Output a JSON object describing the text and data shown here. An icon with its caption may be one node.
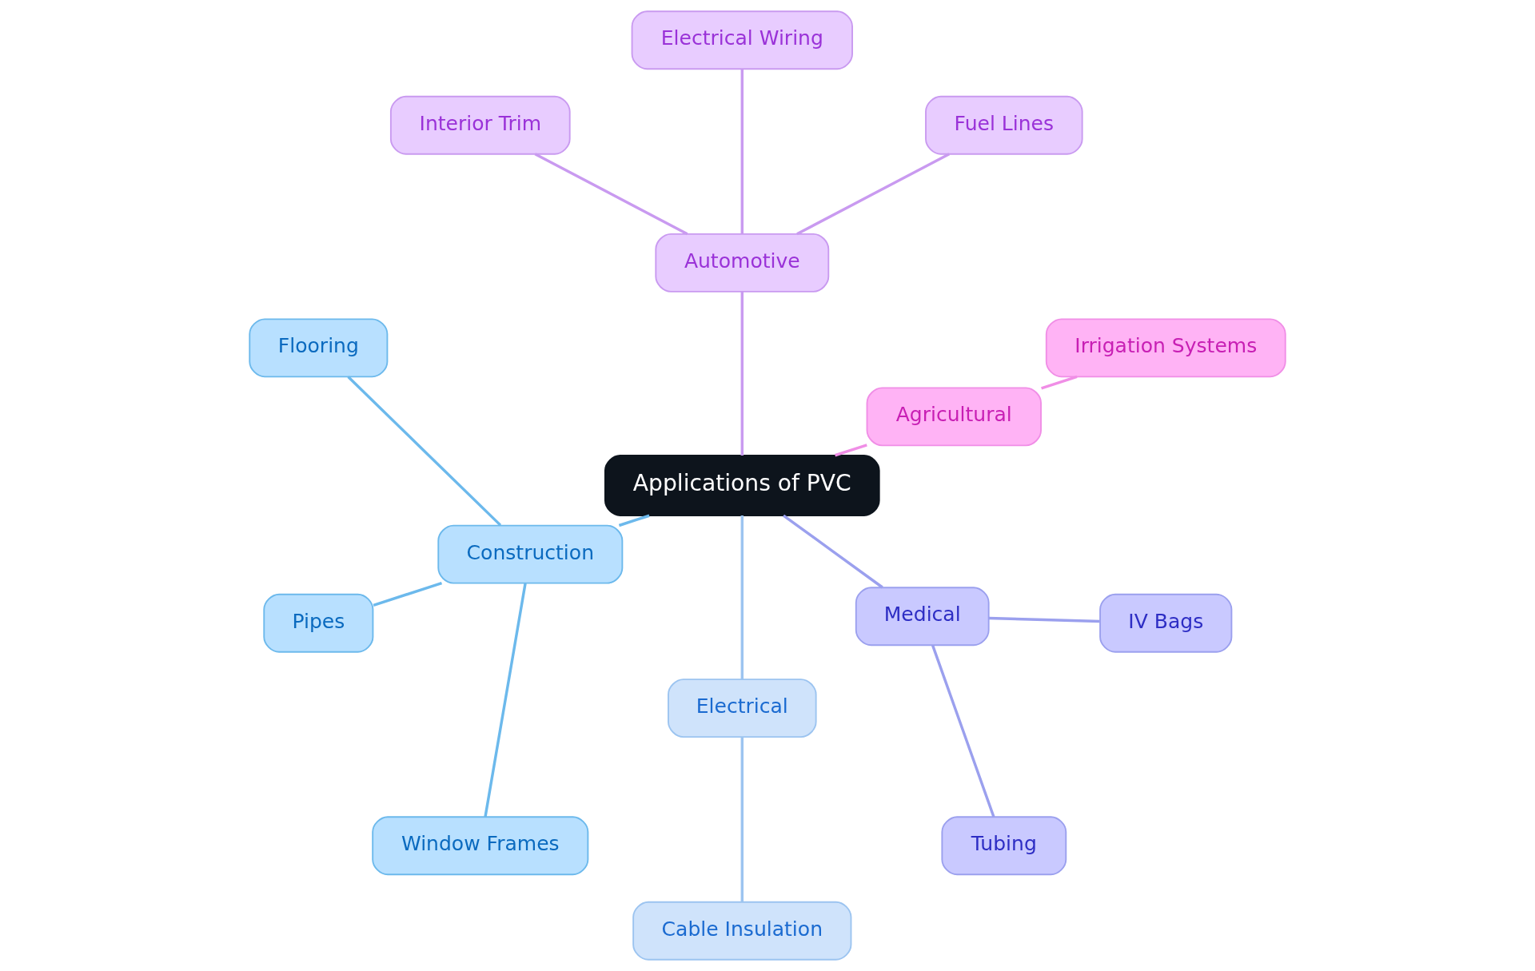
{
  "diagram": {
    "nodes": [
      {
        "text": [
          "Applications of PVC"
        ]
      },
      {
        "text": [
          "Agricultural"
        ]
      },
      {
        "text": [
          "Irrigation Systems"
        ]
      },
      {
        "text": [
          "Automotive"
        ]
      },
      {
        "text": [
          "Fuel Lines"
        ]
      },
      {
        "text": [
          "Electrical Wiring"
        ]
      },
      {
        "text": [
          "Interior Trim"
        ]
      },
      {
        "text": [
          "Construction"
        ]
      },
      {
        "text": [
          "Flooring"
        ]
      },
      {
        "text": [
          "Pipes"
        ]
      },
      {
        "text": [
          "Window Frames"
        ]
      },
      {
        "text": [
          "Electrical"
        ]
      },
      {
        "text": [
          "Cable Insulation"
        ]
      },
      {
        "text": [
          "Medical"
        ]
      },
      {
        "text": [
          "Tubing"
        ]
      },
      {
        "text": [
          "IV Bags"
        ]
      }
    ],
    "edges": [
      {
        "from": 0,
        "to": 1,
        "arrow": "none",
        "color": "#f08ee6"
      },
      {
        "from": 1,
        "to": 2,
        "arrow": "none",
        "color": "#f08ee6"
      },
      {
        "from": 0,
        "to": 3,
        "arrow": "none",
        "color": "#c99af0"
      },
      {
        "from": 3,
        "to": 4,
        "arrow": "none",
        "color": "#c99af0"
      },
      {
        "from": 3,
        "to": 5,
        "arrow": "none",
        "color": "#c99af0"
      },
      {
        "from": 3,
        "to": 6,
        "arrow": "none",
        "color": "#c99af0"
      },
      {
        "from": 0,
        "to": 7,
        "arrow": "none",
        "color": "#6cb9ec"
      },
      {
        "from": 7,
        "to": 8,
        "arrow": "none",
        "color": "#6cb9ec"
      },
      {
        "from": 7,
        "to": 9,
        "arrow": "none",
        "color": "#6cb9ec"
      },
      {
        "from": 7,
        "to": 10,
        "arrow": "none",
        "color": "#6cb9ec"
      },
      {
        "from": 0,
        "to": 11,
        "arrow": "none",
        "color": "#9cc4f0"
      },
      {
        "from": 11,
        "to": 12,
        "arrow": "none",
        "color": "#9cc4f0"
      },
      {
        "from": 0,
        "to": 13,
        "arrow": "none",
        "color": "#9ba0ee"
      },
      {
        "from": 13,
        "to": 14,
        "arrow": "none",
        "color": "#9ba0ee"
      },
      {
        "from": 13,
        "to": 15,
        "arrow": "none",
        "color": "#9ba0ee"
      }
    ]
  }
}
